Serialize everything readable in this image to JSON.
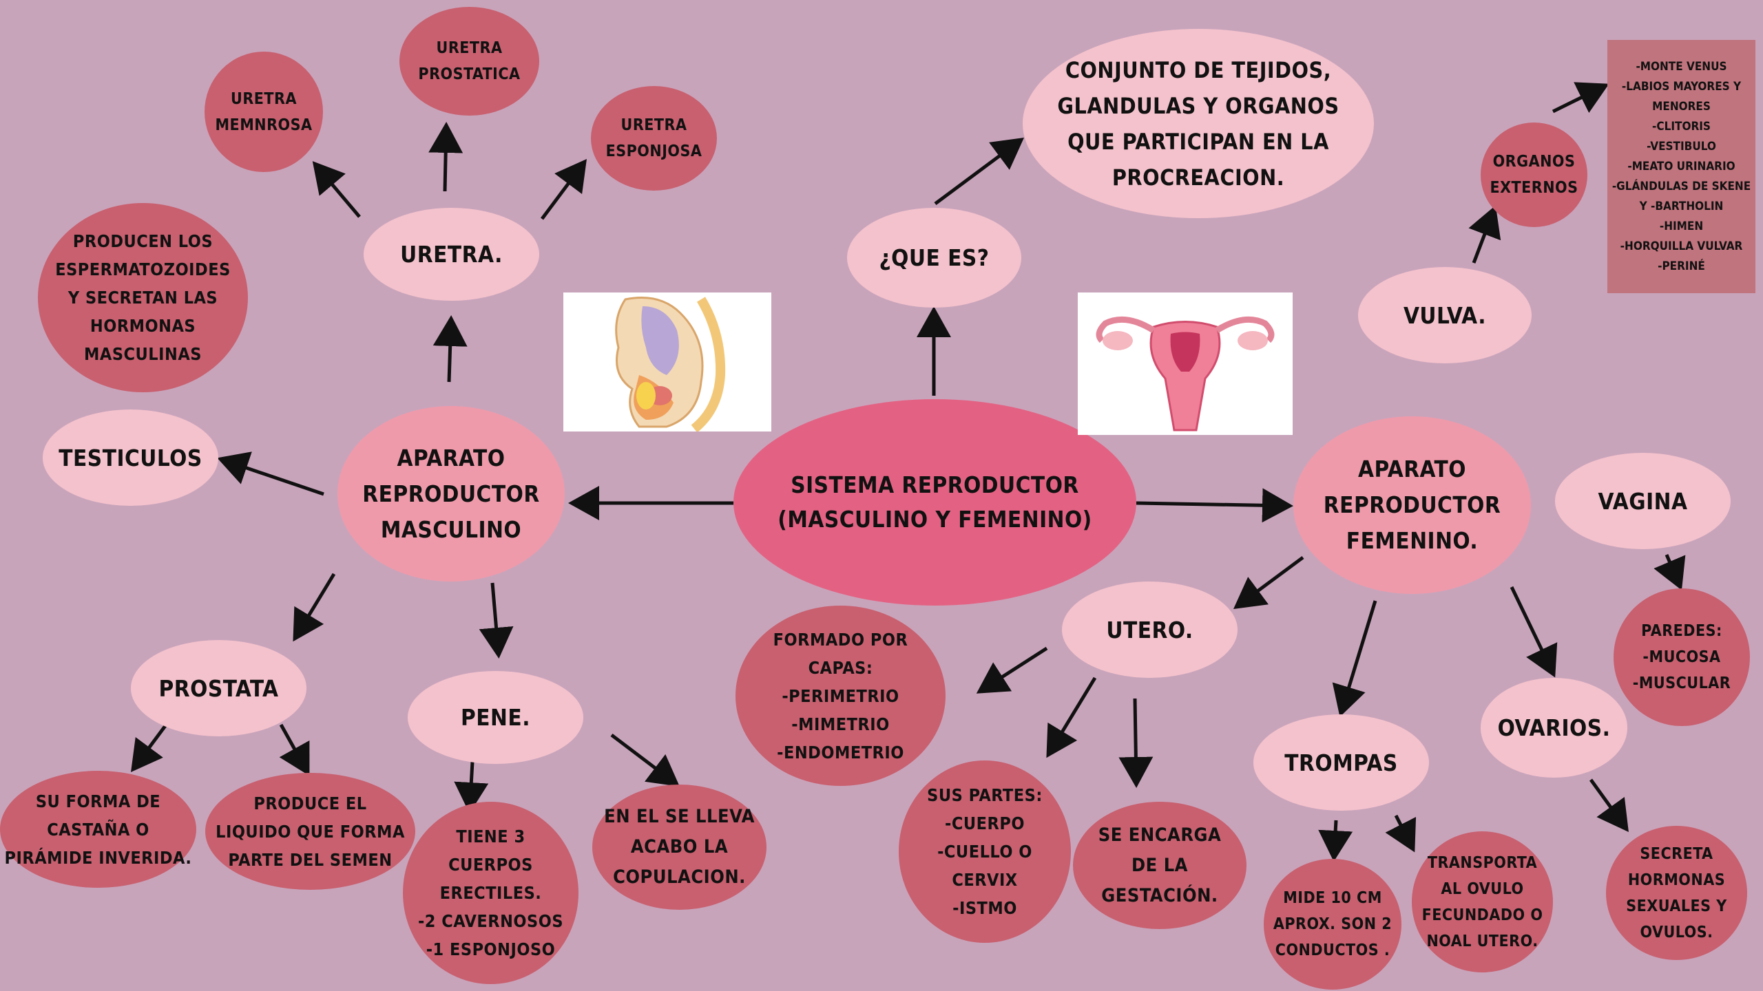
{
  "center": "SISTEMA REPRODUCTOR\n(MASCULINO Y FEMENINO)",
  "que_es": {
    "label": "¿QUE ES?",
    "answer": "CONJUNTO DE TEJIDOS,\nGLANDULAS Y ORGANOS\nQUE PARTICIPAN EN LA\nPROCREACION."
  },
  "masculino": {
    "title": "APARATO\nREPRODUCTOR\nMASCULINO",
    "uretra": {
      "label": "URETRA.",
      "memnrosa": "URETRA\nMEMNROSA",
      "prostatica": "URETRA\nPROSTATICA",
      "esponjosa": "URETRA\nESPONJOSA"
    },
    "testiculos": {
      "label": "TESTICULOS",
      "desc": "PRODUCEN LOS\nESPERMATOZOIDES\nY SECRETAN LAS\nHORMONAS\nMASCULINAS"
    },
    "prostata": {
      "label": "PROSTATA",
      "forma": "SU FORMA DE\nCASTAÑA O\nPIRÁMIDE INVERIDA.",
      "liquido": "PRODUCE EL\nLIQUIDO QUE FORMA\nPARTE DEL SEMEN"
    },
    "pene": {
      "label": "PENE.",
      "cuerpos": "TIENE 3\nCUERPOS\nERECTILES.\n-2 CAVERNOSOS\n-1 ESPONJOSO",
      "copulacion": "EN EL SE LLEVA\nACABO LA\nCOPULACION."
    }
  },
  "femenino": {
    "title": "APARATO\nREPRODUCTOR\nFEMENINO.",
    "vulva": {
      "label": "VULVA.",
      "externos": "ORGANOS\nEXTERNOS",
      "list": "-MONTE VENUS\n-LABIOS MAYORES Y\nMENORES\n-CLITORIS\n-VESTIBULO\n-MEATO URINARIO\n-GLÁNDULAS DE SKENE\nY -BARTHOLIN\n-HIMEN\n-HORQUILLA VULVAR\n-PERINÉ"
    },
    "vagina": {
      "label": "VAGINA",
      "paredes": "PAREDES:\n-MUCOSA\n-MUSCULAR"
    },
    "utero": {
      "label": "UTERO.",
      "capas": "FORMADO POR\nCAPAS:\n-PERIMETRIO\n-MIMETRIO\n-ENDOMETRIO",
      "partes": "SUS PARTES:\n-CUERPO\n-CUELLO O\nCERVIX\n-ISTMO",
      "gestacion": "SE ENCARGA\nDE LA\nGESTACIÓN."
    },
    "trompas": {
      "label": "TROMPAS",
      "mide": "MIDE 10 CM\nAPROX. SON 2\nCONDUCTOS .",
      "transporta": "TRANSPORTA\nAL OVULO\nFECUNDADO O\nNOAL UTERO."
    },
    "ovarios": {
      "label": "OVARIOS.",
      "secreta": "SECRETA\nHORMONAS\nSEXUALES Y\nOVULOS."
    }
  },
  "colors": {
    "background": "#c8a4bb",
    "light": "#f4c2cc",
    "mid": "#ef9aaa",
    "dark": "#c8606f",
    "center": "#e36283"
  }
}
